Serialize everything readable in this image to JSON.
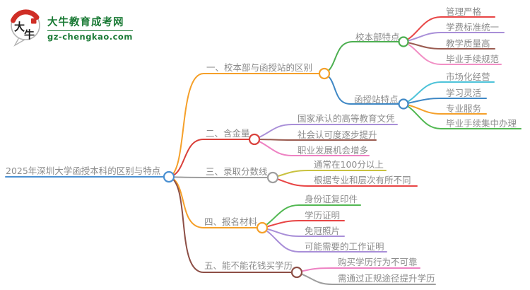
{
  "logo": {
    "icon": "ox-mascot-speech-bubble-icon",
    "bubble_text_1": "大",
    "bubble_text_2": "牛",
    "site_name": "大牛教育成考网",
    "site_url": "gz-chengkao.com",
    "brand_green": "#1a7a35",
    "brand_red": "#cf2e26"
  },
  "palette": {
    "text_gray": "#8c8c8c",
    "root_blue": "#4a90d2",
    "orange": "#f5a02a",
    "branch_red": "#d9403a",
    "leaf_red": "#e84545",
    "green": "#4caf50",
    "leaf_green": "#52b852",
    "blue": "#3f88c5",
    "cyan": "#4ec3d9",
    "purple": "#a98fd8",
    "brown": "#9a5b50",
    "pink": "#f18fc5",
    "olive": "#c9c23f",
    "gray": "#9e9e9e",
    "maroon": "#8d4f46"
  },
  "mindmap": {
    "root": {
      "label": "2025年深圳大学函授本科的区别与特点",
      "color": "#4a90d2"
    },
    "branches": [
      {
        "label": "一、校本部与函授站的区别",
        "color": "#f5a02a",
        "groups": [
          {
            "label": "校本部特点",
            "color": "#4caf50",
            "children": [
              {
                "label": "管理严格",
                "color": "#e84545"
              },
              {
                "label": "学费标准统一",
                "color": "#a98fd8"
              },
              {
                "label": "教学质量高",
                "color": "#9a5b50"
              },
              {
                "label": "毕业手续规范",
                "color": "#f18fc5"
              }
            ]
          },
          {
            "label": "函授站特点",
            "color": "#3f88c5",
            "children": [
              {
                "label": "市场化经营",
                "color": "#4ec3d9"
              },
              {
                "label": "学习灵活",
                "color": "#3f88c5"
              },
              {
                "label": "专业服务",
                "color": "#f5a02a"
              },
              {
                "label": "毕业手续集中办理",
                "color": "#52b852"
              }
            ]
          }
        ]
      },
      {
        "label": "二、含金量",
        "color": "#d9403a",
        "children": [
          {
            "label": "国家承认的高等教育文凭",
            "color": "#a98fd8"
          },
          {
            "label": "社会认可度逐步提升",
            "color": "#9a5b50"
          },
          {
            "label": "职业发展机会增多",
            "color": "#ee82c3"
          }
        ]
      },
      {
        "label": "三、录取分数线",
        "color": "#9e9e9e",
        "children": [
          {
            "label": "通常在100分以上",
            "color": "#c9c23f"
          },
          {
            "label": "根据专业和层次有所不同",
            "color": "#e84545"
          }
        ]
      },
      {
        "label": "四、报名材料",
        "color": "#f5a02a",
        "children": [
          {
            "label": "身份证复印件",
            "color": "#52b852"
          },
          {
            "label": "学历证明",
            "color": "#e84545"
          },
          {
            "label": "免冠照片",
            "color": "#a98fd8"
          },
          {
            "label": "可能需要的工作证明",
            "color": "#a98fd8"
          }
        ]
      },
      {
        "label": "五、能不能花钱买学历",
        "color": "#8d4f46",
        "children": [
          {
            "label": "购买学历行为不可靠",
            "color": "#ee82c3"
          },
          {
            "label": "需通过正规途径提升学历",
            "color": "#9e9e9e"
          }
        ]
      }
    ]
  }
}
